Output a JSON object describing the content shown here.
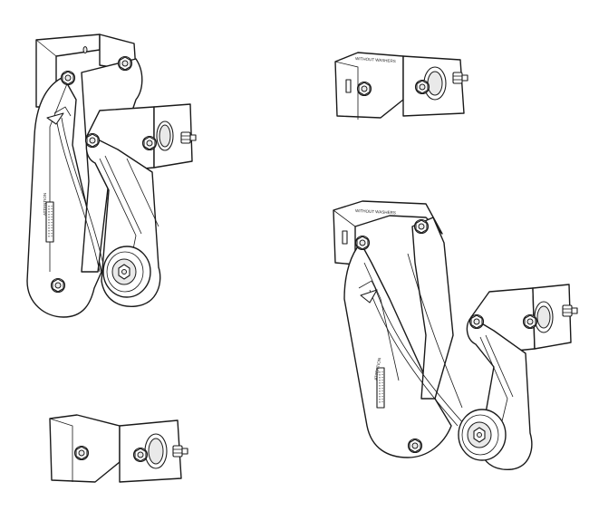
{
  "assemblies": [
    {
      "label_text": "ATTENTION",
      "bracket_text": ""
    },
    {
      "label_text": "",
      "bracket_text": "WITHOUT WASHERS"
    },
    {
      "label_text": "ATTENTION",
      "bracket_text": "WITHOUT WASHERS"
    },
    {
      "label_text": "",
      "bracket_text": ""
    }
  ],
  "colors": {
    "line": "#1a1a1a",
    "fill": "#ffffff",
    "shade": "#e9e9e9"
  }
}
